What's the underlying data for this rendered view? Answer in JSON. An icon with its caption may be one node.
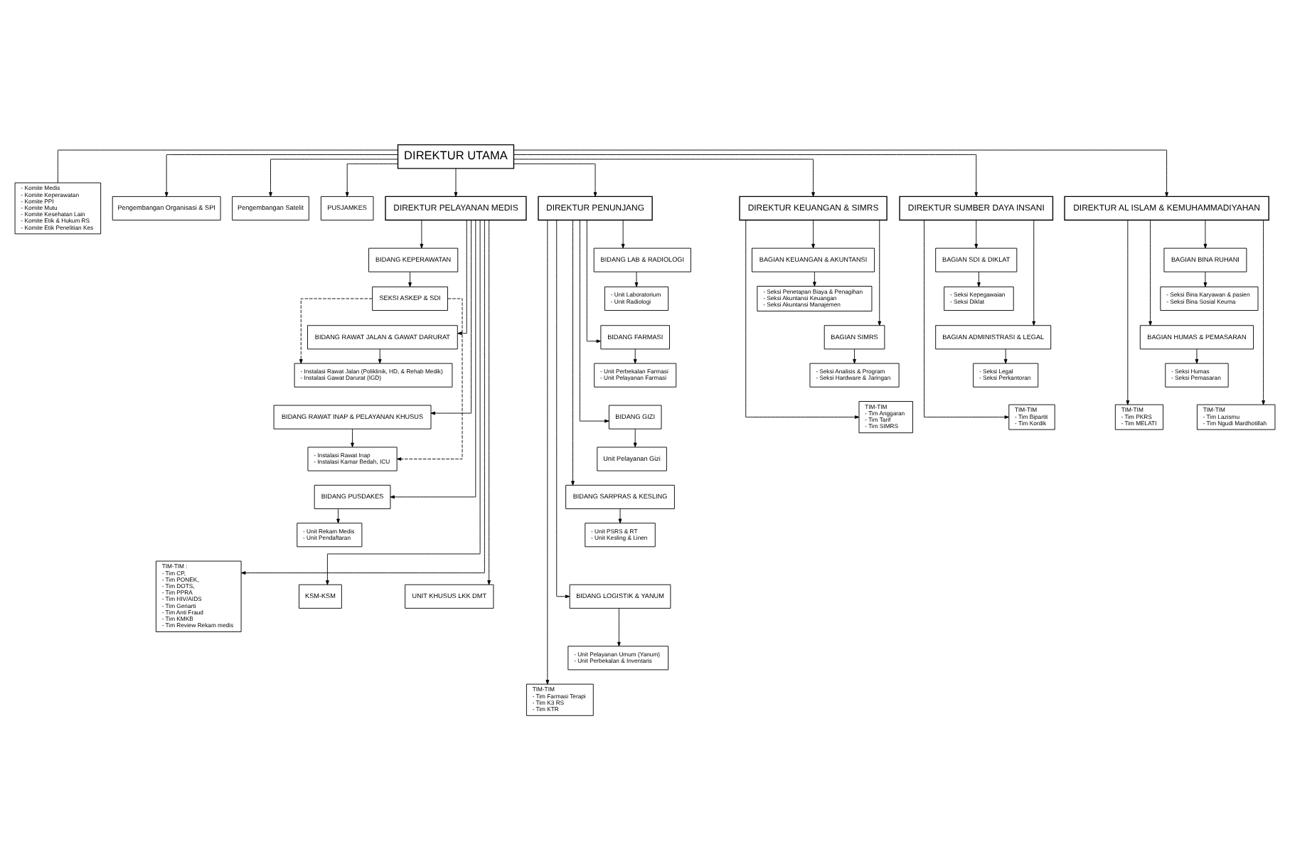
{
  "diagram": {
    "nodes": [
      {
        "text": [
          "DIREKTUR UTAMA"
        ]
      },
      {
        "text": [
          "- Komite Medis",
          "- Komite Keperawatan",
          "- Komite PPI",
          "- Komite Mutu",
          "- Komite Kesehatan Lain",
          "- Komite Etik & Hukum RS",
          "- Komite Etik Penelitian Kes"
        ]
      },
      {
        "text": [
          "Pengembangan Organisasi & SPI"
        ]
      },
      {
        "text": [
          "Pengembangan Satelit"
        ]
      },
      {
        "text": [
          "PUSJAMKES"
        ]
      },
      {
        "text": [
          "DIREKTUR PELAYANAN MEDIS"
        ]
      },
      {
        "text": [
          "DIREKTUR PENUNJANG"
        ]
      },
      {
        "text": [
          "DIREKTUR KEUANGAN & SIMRS"
        ]
      },
      {
        "text": [
          "DIREKTUR SUMBER DAYA INSANI"
        ]
      },
      {
        "text": [
          "DIREKTUR AL ISLAM & KEMUHAMMADIYAHAN"
        ]
      },
      {
        "text": [
          "BIDANG KEPERAWATAN"
        ]
      },
      {
        "text": [
          "SEKSI ASKEP & SDI"
        ]
      },
      {
        "text": [
          "BIDANG RAWAT JALAN & GAWAT DARURAT"
        ]
      },
      {
        "text": [
          "- Instalasi Rawat Jalan (Poliklinik, HD, & Rehab Medik)",
          "- Instalasi Gawat Darurat (IGD)"
        ]
      },
      {
        "text": [
          "BIDANG RAWAT INAP & PELAYANAN KHUSUS"
        ]
      },
      {
        "text": [
          "- Instalasi Rawat Inap",
          "- Instalasi Kamar Bedah, ICU"
        ]
      },
      {
        "text": [
          "BIDANG PUSDAKES"
        ]
      },
      {
        "text": [
          "- Unit Rekam Medis",
          "- Unit Pendaftaran"
        ]
      },
      {
        "text": [
          "KSM-KSM"
        ]
      },
      {
        "text": [
          "UNIT KHUSUS LKK DMT"
        ]
      },
      {
        "text": [
          "TIM-TIM :",
          "- Tim CP,",
          "- Tim PONEK,",
          "- Tim DOTS,",
          "- Tim PPRA",
          "- Tim HIV/AIDS",
          "- Tim Geriarti",
          "- Tim Anti Fraud",
          "- Tim KMKB",
          "- Tim Review Rekam medis"
        ]
      },
      {
        "text": [
          "BIDANG LAB & RADIOLOGI"
        ]
      },
      {
        "text": [
          "- Unit Laboratorium",
          "- Unit Radiologi"
        ]
      },
      {
        "text": [
          "BIDANG FARMASI"
        ]
      },
      {
        "text": [
          "- Unit Perbekalan Farmasi",
          "- Unit Pelayanan Farmasi"
        ]
      },
      {
        "text": [
          "BIDANG GIZI"
        ]
      },
      {
        "text": [
          "Unit Pelayanan Gizi"
        ]
      },
      {
        "text": [
          "BIDANG SARPRAS & KESLING"
        ]
      },
      {
        "text": [
          "- Unit PSRS & RT",
          "- Unit Kesling & Linen"
        ]
      },
      {
        "text": [
          "BIDANG LOGISTIK & YANUM"
        ]
      },
      {
        "text": [
          "- Unit Pelayanan Umum (Yanum)",
          "- Unit Perbekalan & Inventaris"
        ]
      },
      {
        "text": [
          "TIM-TIM",
          "- Tim Farmasi Terapi",
          "- Tim K3 RS",
          "- Tim KTR"
        ]
      },
      {
        "text": [
          "BAGIAN KEUANGAN & AKUNTANSI"
        ]
      },
      {
        "text": [
          "- Seksi Penetapan Biaya & Penagihan",
          "- Seksi Akuntansi Keuangan",
          "- Seksi Akuntansi Manajemen"
        ]
      },
      {
        "text": [
          "BAGIAN SIMRS"
        ]
      },
      {
        "text": [
          "- Seksi Analisis & Program",
          "- Seksi Hardware & Jaringan"
        ]
      },
      {
        "text": [
          "TIM-TIM",
          "- Tim Anggaran",
          "- Tim Tarif",
          "- Tim SIMRS"
        ]
      },
      {
        "text": [
          "BAGIAN SDI & DIKLAT"
        ]
      },
      {
        "text": [
          "- Seksi Kepegawaian",
          "- Seksi Diklat"
        ]
      },
      {
        "text": [
          "BAGIAN ADMINISTRASI & LEGAL"
        ]
      },
      {
        "text": [
          "- Seksi Legal",
          "- Seksi Perkantoran"
        ]
      },
      {
        "text": [
          "TIM-TIM",
          "- Tim Bipartit",
          "- Tim Kordik"
        ]
      },
      {
        "text": [
          "BAGIAN BINA RUHANI"
        ]
      },
      {
        "text": [
          "- Seksi Bina Karyawan & pasien",
          "- Seksi Bina Sosial Keuma"
        ]
      },
      {
        "text": [
          "BAGIAN HUMAS & PEMASARAN"
        ]
      },
      {
        "text": [
          "- Seksi Humas",
          "- Seksi Pemasaran"
        ]
      },
      {
        "text": [
          "TIM-TIM",
          "- Tim Lazismu",
          "- Tim Ngudi Mardhotillah"
        ]
      },
      {
        "text": [
          "TIM-TIM",
          "- Tim PKRS",
          "- Tim MELATI"
        ]
      }
    ],
    "edges": [
      {
        "from": 0,
        "to": 1,
        "arrow": "none"
      },
      {
        "from": 0,
        "to": 2,
        "arrow": "to"
      },
      {
        "from": 0,
        "to": 3,
        "arrow": "to"
      },
      {
        "from": 0,
        "to": 4,
        "arrow": "to"
      },
      {
        "from": 0,
        "to": 5,
        "arrow": "to"
      },
      {
        "from": 0,
        "to": 6,
        "arrow": "to"
      },
      {
        "from": 0,
        "to": 7,
        "arrow": "to"
      },
      {
        "from": 0,
        "to": 8,
        "arrow": "to"
      },
      {
        "from": 0,
        "to": 9,
        "arrow": "to"
      },
      {
        "from": 5,
        "to": 10,
        "arrow": "to"
      },
      {
        "from": 10,
        "to": 11,
        "arrow": "to"
      },
      {
        "from": 5,
        "to": 12,
        "arrow": "to"
      },
      {
        "from": 12,
        "to": 13,
        "arrow": "to"
      },
      {
        "from": 11,
        "to": 13,
        "arrow": "to",
        "style": "dashed"
      },
      {
        "from": 5,
        "to": 14,
        "arrow": "to"
      },
      {
        "from": 14,
        "to": 15,
        "arrow": "to"
      },
      {
        "from": 11,
        "to": 15,
        "arrow": "to",
        "style": "dashed"
      },
      {
        "from": 5,
        "to": 16,
        "arrow": "to"
      },
      {
        "from": 16,
        "to": 17,
        "arrow": "to"
      },
      {
        "from": 5,
        "to": 18,
        "arrow": "to"
      },
      {
        "from": 5,
        "to": 19,
        "arrow": "to"
      },
      {
        "from": 5,
        "to": 20,
        "arrow": "to"
      },
      {
        "from": 6,
        "to": 21,
        "arrow": "to"
      },
      {
        "from": 21,
        "to": 22,
        "arrow": "to"
      },
      {
        "from": 6,
        "to": 23,
        "arrow": "to"
      },
      {
        "from": 23,
        "to": 24,
        "arrow": "to"
      },
      {
        "from": 6,
        "to": 25,
        "arrow": "to"
      },
      {
        "from": 25,
        "to": 26,
        "arrow": "to"
      },
      {
        "from": 6,
        "to": 27,
        "arrow": "to"
      },
      {
        "from": 27,
        "to": 28,
        "arrow": "to"
      },
      {
        "from": 6,
        "to": 29,
        "arrow": "to"
      },
      {
        "from": 29,
        "to": 30,
        "arrow": "to"
      },
      {
        "from": 6,
        "to": 31,
        "arrow": "to"
      },
      {
        "from": 7,
        "to": 32,
        "arrow": "to"
      },
      {
        "from": 32,
        "to": 33,
        "arrow": "to"
      },
      {
        "from": 7,
        "to": 34,
        "arrow": "to"
      },
      {
        "from": 34,
        "to": 35,
        "arrow": "to"
      },
      {
        "from": 7,
        "to": 36,
        "arrow": "to"
      },
      {
        "from": 8,
        "to": 37,
        "arrow": "to"
      },
      {
        "from": 37,
        "to": 38,
        "arrow": "to"
      },
      {
        "from": 8,
        "to": 39,
        "arrow": "to"
      },
      {
        "from": 39,
        "to": 40,
        "arrow": "to"
      },
      {
        "from": 8,
        "to": 41,
        "arrow": "to"
      },
      {
        "from": 9,
        "to": 42,
        "arrow": "to"
      },
      {
        "from": 42,
        "to": 43,
        "arrow": "to"
      },
      {
        "from": 9,
        "to": 44,
        "arrow": "to"
      },
      {
        "from": 44,
        "to": 45,
        "arrow": "to"
      },
      {
        "from": 9,
        "to": 46,
        "arrow": "to"
      },
      {
        "from": 9,
        "to": 47,
        "arrow": "to"
      }
    ]
  }
}
